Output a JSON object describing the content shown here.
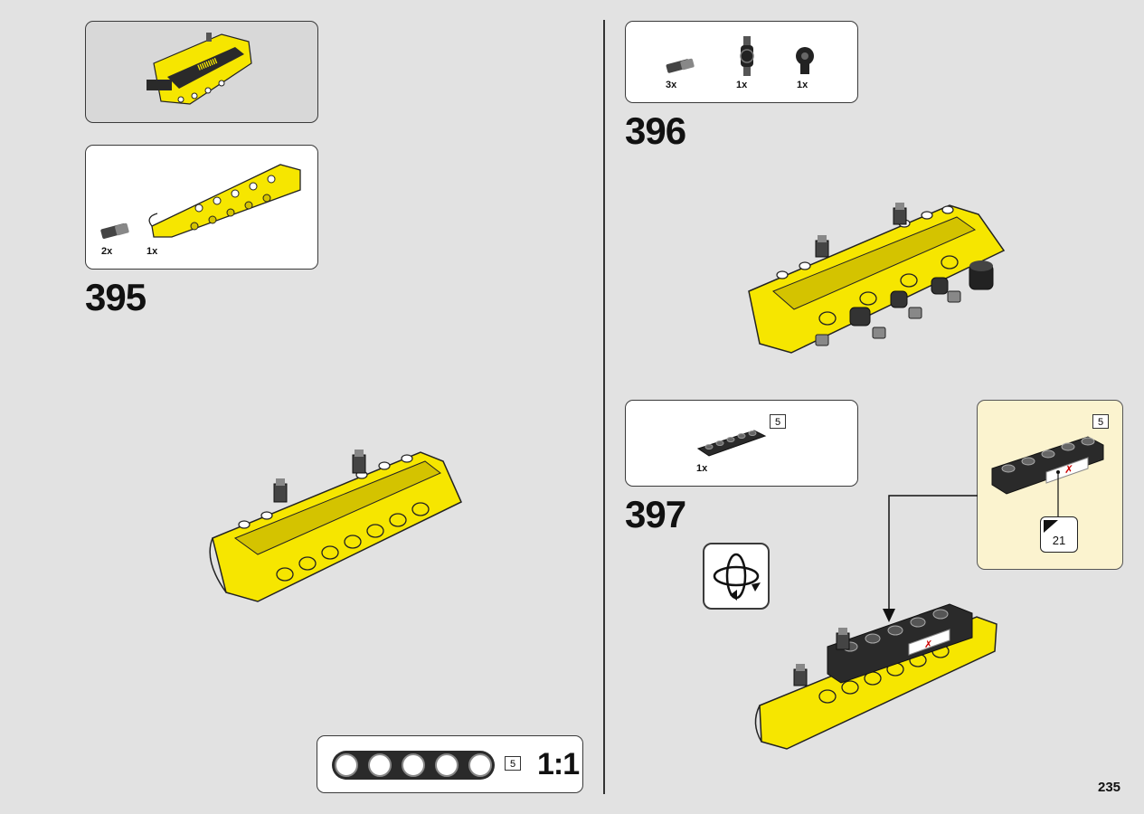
{
  "page_number": "235",
  "colors": {
    "background": "#e2e2e2",
    "yellow": "#f6e600",
    "yellow_shade": "#d4c300",
    "dark_grey": "#2a2a2a",
    "callout_cream": "#fbf3cf"
  },
  "left_page": {
    "subassembly_preview": {
      "panel_style": "grey",
      "icon": "assembled-boom-icon"
    },
    "step_395": {
      "number": "395",
      "parts": [
        {
          "quantity": "2x",
          "icon": "axle-pin-icon"
        },
        {
          "quantity": "1x",
          "icon": "yellow-panel-icon"
        }
      ]
    },
    "scale_ruler": {
      "length": "5",
      "ratio": "1:1"
    }
  },
  "right_page": {
    "step_396": {
      "number": "396",
      "parts": [
        {
          "quantity": "3x",
          "icon": "axle-pin-icon"
        },
        {
          "quantity": "1x",
          "icon": "cross-connector-icon"
        },
        {
          "quantity": "1x",
          "icon": "pin-connector-icon"
        }
      ]
    },
    "step_397": {
      "number": "397",
      "parts": [
        {
          "quantity": "1x",
          "length": "5",
          "icon": "black-beam-icon"
        }
      ],
      "rotate_icon": "rotate-model-icon",
      "callout": {
        "length": "5",
        "sticker_number": "21"
      }
    }
  }
}
